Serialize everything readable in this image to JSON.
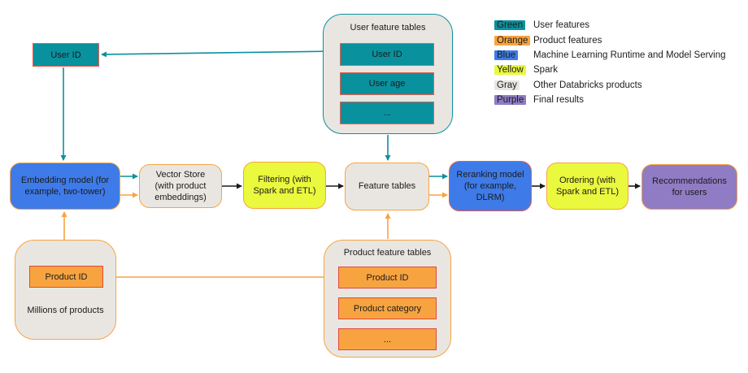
{
  "palette": {
    "teal": "#0a919e",
    "orange": "#f7a440",
    "blue": "#3e7be8",
    "yellow": "#eaf83e",
    "gray": "#e9e6e2",
    "purple": "#8f7cc4",
    "salmon": "#e85d4a",
    "red": "#e0493c",
    "arrow_black": "#1b1b1b",
    "text": "#1b1b1b",
    "background": "#ffffff"
  },
  "standalone": {
    "user_id": "User ID"
  },
  "pipeline": {
    "embedding": "Embedding model (for example, two-tower)",
    "vector_store": "Vector Store (with product embeddings)",
    "filtering": "Filtering (with Spark and ETL)",
    "feature_tables": "Feature tables",
    "reranking": "Reranking model (for example, DLRM)",
    "ordering": "Ordering (with Spark and ETL)",
    "recommendations": "Recommendations for users"
  },
  "user_feature_tables": {
    "title": "User feature tables",
    "rows": [
      "User ID",
      "User age",
      "..."
    ]
  },
  "product_feature_tables": {
    "title": "Product feature tables",
    "rows": [
      "Product ID",
      "Product category",
      "..."
    ]
  },
  "millions_of_products": {
    "label": "Millions of products",
    "box": "Product ID"
  },
  "legend": {
    "items": [
      {
        "swatch": "Green",
        "color": "teal",
        "desc": "User features"
      },
      {
        "swatch": "Orange",
        "color": "orange",
        "desc": "Product features"
      },
      {
        "swatch": "Blue",
        "color": "blue",
        "desc": "Machine Learning Runtime and Model Serving"
      },
      {
        "swatch": "Yellow",
        "color": "yellow",
        "desc": "Spark"
      },
      {
        "swatch": "Gray",
        "color": "gray",
        "desc": "Other Databricks products"
      },
      {
        "swatch": "Purple",
        "color": "purple",
        "desc": "Final results"
      }
    ]
  }
}
